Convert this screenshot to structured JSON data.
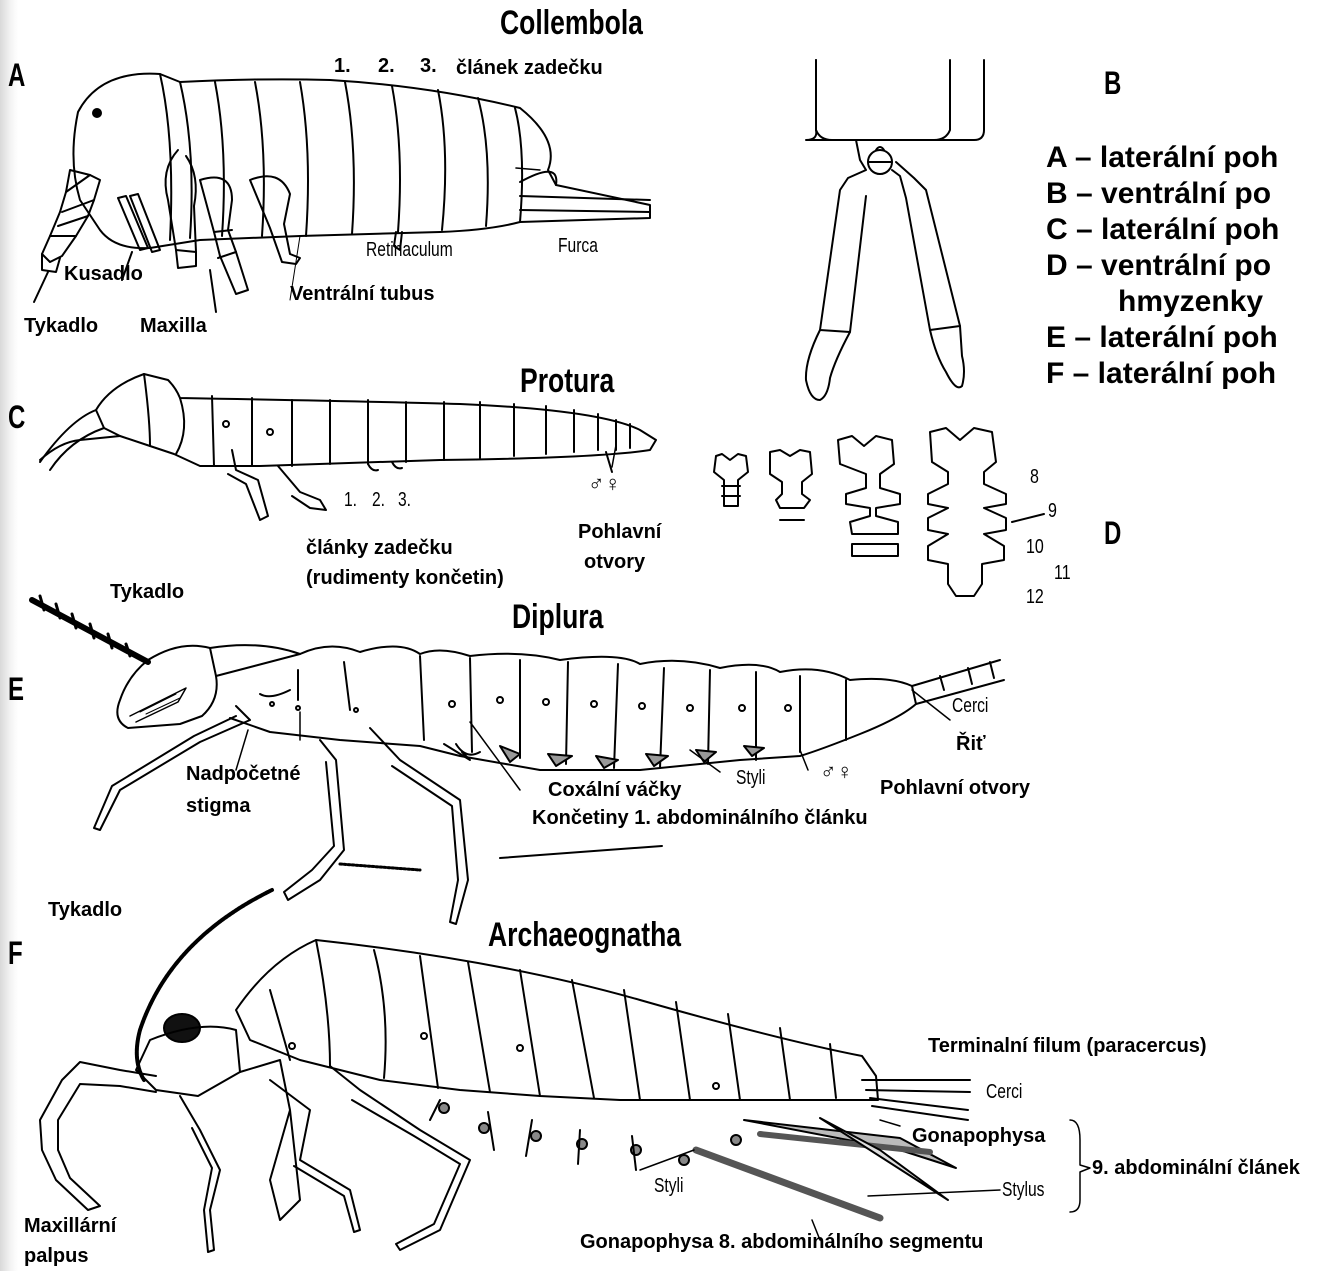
{
  "panels": {
    "A": {
      "letter": "A",
      "title": "Collembola",
      "segments": {
        "n1": "1.",
        "n2": "2.",
        "n3": "3.",
        "text": "článek zadečku"
      },
      "labels": {
        "retinaculum": "Retinaculum",
        "furca": "Furca",
        "kusadlo": "Kusadlo",
        "ventral_tubus": "Ventrální tubus",
        "tykadlo": "Tykadlo",
        "maxilla": "Maxilla"
      }
    },
    "B": {
      "letter": "B"
    },
    "C": {
      "letter": "C",
      "title": "Protura",
      "segments": {
        "n1": "1.",
        "n2": "2.",
        "n3": "3."
      },
      "labels": {
        "clanky_1": "články zadečku",
        "clanky_2": "(rudimenty končetin)",
        "pohlavni_1": "Pohlavní",
        "pohlavni_2": "otvory",
        "sex_symbols": "♂♀"
      }
    },
    "D": {
      "letter": "D",
      "numbers": [
        "8",
        "9",
        "10",
        "11",
        "12"
      ]
    },
    "E": {
      "letter": "E",
      "title": "Diplura",
      "labels": {
        "tykadlo": "Tykadlo",
        "nadpocetne": "Nadpočetné",
        "stigma": "stigma",
        "coxalni": "Coxální váčky",
        "styli": "Styli",
        "sex_symbols": "♂♀",
        "pohlavni": "Pohlavní otvory",
        "cerci": "Cerci",
        "rit": "Řiť",
        "koncetiny": "Končetiny 1. abdominálního článku"
      }
    },
    "F": {
      "letter": "F",
      "title": "Archaeognatha",
      "labels": {
        "tykadlo": "Tykadlo",
        "terminal": "Terminalní filum (paracercus)",
        "cerci": "Cerci",
        "gonapophysa": "Gonapophysa",
        "abdominal9": "9. abdominální článek",
        "stylus": "Stylus",
        "styli": "Styli",
        "gonapophysa8": "Gonapophysa 8. abdominálního segmentu",
        "maxillar_1": "Maxillární",
        "maxillar_2": "palpus"
      }
    }
  },
  "legend": [
    "A – laterální poh",
    "B – ventrální po",
    "C – laterální poh",
    "D – ventrální po",
    "hmyzenky",
    "E – laterální poh",
    "F – laterální poh"
  ]
}
